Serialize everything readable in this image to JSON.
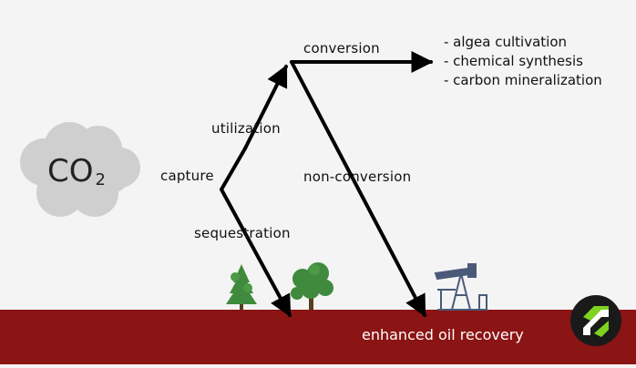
{
  "cloud": {
    "text": "CO",
    "subscript": "2"
  },
  "nodes": {
    "capture": "capture",
    "utilization": "utilization",
    "sequestration": "sequestration",
    "conversion": "conversion",
    "non_conversion": "non-conversion"
  },
  "conversion_examples": [
    "- algea cultivation",
    "- chemical synthesis",
    "- carbon mineralization"
  ],
  "ground": {
    "label": "enhanced oil recovery"
  },
  "colors": {
    "background": "#f4f4f4",
    "ground": "#8b1414",
    "cloud": "#cfcfcf",
    "tree": "#3f8a3c",
    "arrow": "#000000",
    "oil_pump": "#4a5a78"
  },
  "icons": [
    "cloud-icon",
    "pine-tree-icon",
    "oak-tree-icon",
    "oil-pump-icon",
    "logo-icon"
  ]
}
